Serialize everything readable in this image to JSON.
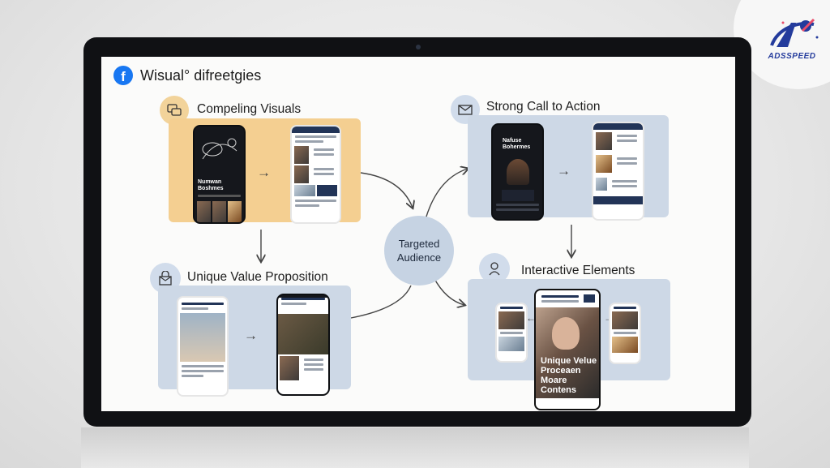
{
  "brand": {
    "name": "ADSSPEED"
  },
  "header": {
    "title": "Wisual° difreetgies"
  },
  "center": {
    "line1": "Targeted",
    "line2": "Audience"
  },
  "sections": {
    "compelling": {
      "title": "Compeling Visuals",
      "phone_caption": "Numwan Boshmes"
    },
    "cta": {
      "title": "Strong Call to Action",
      "phone_caption": "Nafuse Bohermes"
    },
    "uvp": {
      "title": "Unique Value Proposition"
    },
    "interactive": {
      "title": "Interactive Elements",
      "overlay_line1": "Unique Velue",
      "overlay_line2": "Proceaen Moare",
      "overlay_line3": "Contens"
    }
  },
  "arrows": {
    "right": "→",
    "down": "↓",
    "left": "←"
  },
  "colors": {
    "panel_orange": "#f4cf91",
    "panel_blue": "#cdd8e6",
    "icon_bg": "#d1dceb",
    "accent_navy": "#223457",
    "facebook": "#1877f2"
  }
}
